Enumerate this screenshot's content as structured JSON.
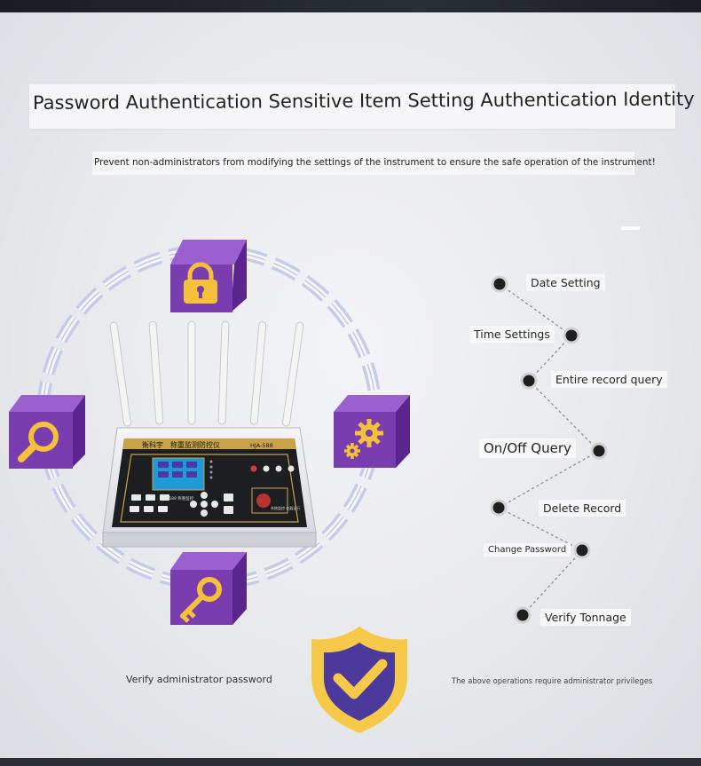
{
  "header": {
    "title": "Password Authentication Sensitive Item Setting Authentication Identity",
    "subtitle": "Prevent non-administrators from modifying the settings of the instrument to ensure the safe operation of the instrument!"
  },
  "device": {
    "brand": "衡科宇",
    "name": "称重监测防控仪",
    "model": "HJA-588",
    "screen_label": "HJA-588 称重监控",
    "panel_label": "系统监控 仪器运行"
  },
  "icons": {
    "top": "padlock-icon",
    "left": "magnifier-icon",
    "right": "gears-icon",
    "bottom": "key-icon",
    "shield": "checkmark-shield-icon"
  },
  "colors": {
    "cube_front": "#7a3db0",
    "cube_top": "#9b5fd0",
    "cube_side": "#5b2590",
    "icon_gold": "#f5c03a",
    "shield_gold": "#f7c948",
    "shield_inner": "#4b3a9c"
  },
  "menu": {
    "items": [
      {
        "label": "Date Setting"
      },
      {
        "label": "Time Settings"
      },
      {
        "label": "Entire record query"
      },
      {
        "label": "On/Off Query"
      },
      {
        "label": "Delete Record"
      },
      {
        "label": "Change Password"
      },
      {
        "label": "Verify Tonnage"
      }
    ]
  },
  "captions": {
    "left": "Verify administrator password",
    "right": "The above operations require administrator privileges"
  }
}
